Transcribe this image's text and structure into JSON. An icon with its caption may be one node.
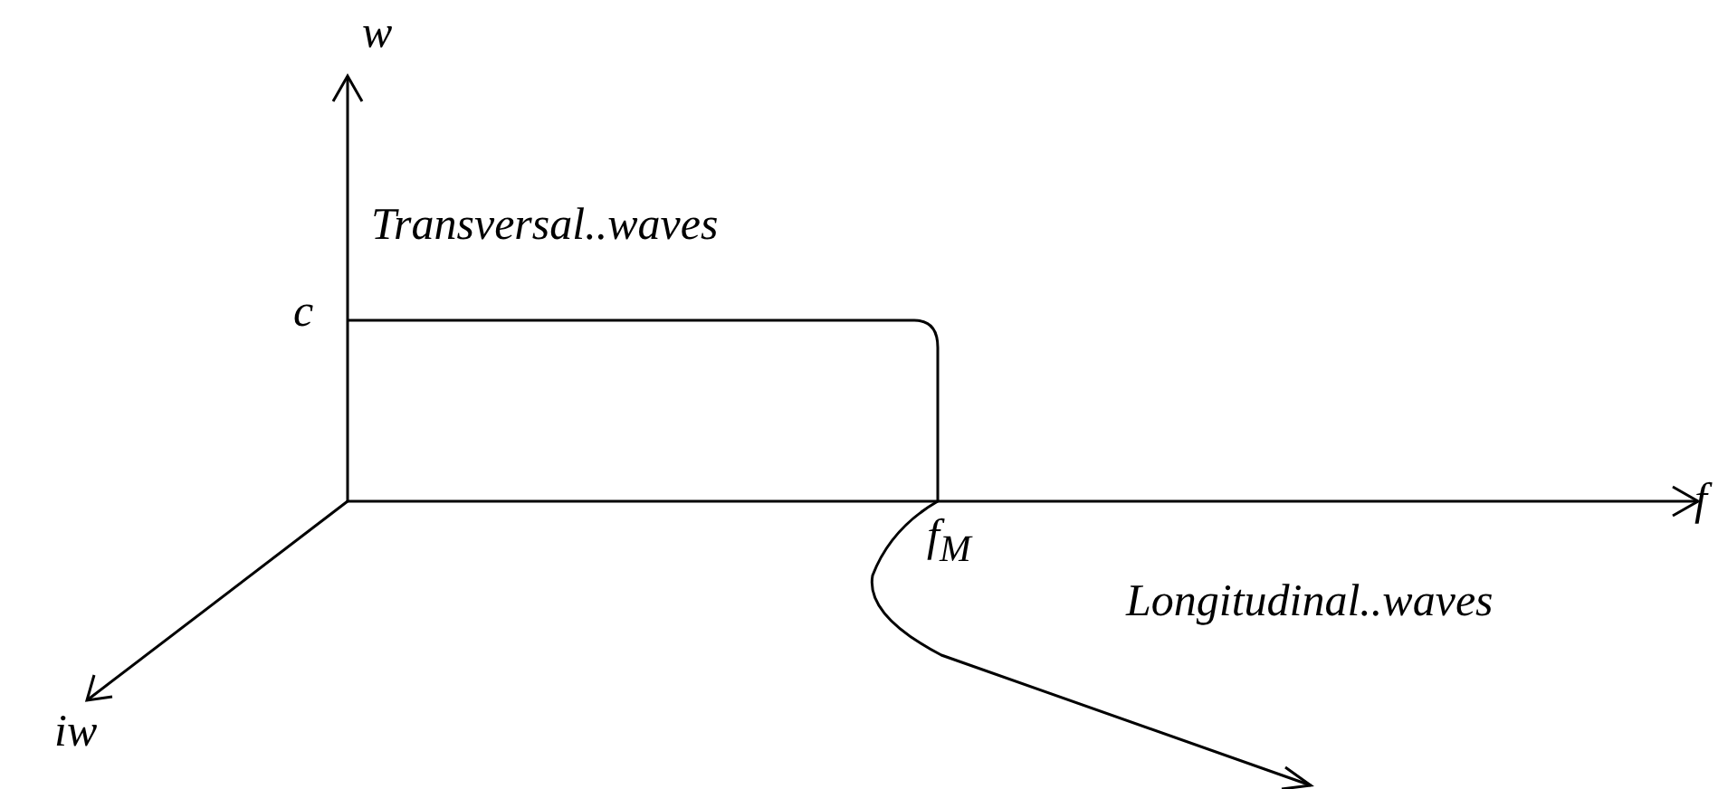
{
  "diagram": {
    "labels": [
      "w",
      "Transversal..waves",
      "c",
      "f",
      "f$_{M}$",
      "Longitudinal..waves",
      "iw"
    ]
  }
}
